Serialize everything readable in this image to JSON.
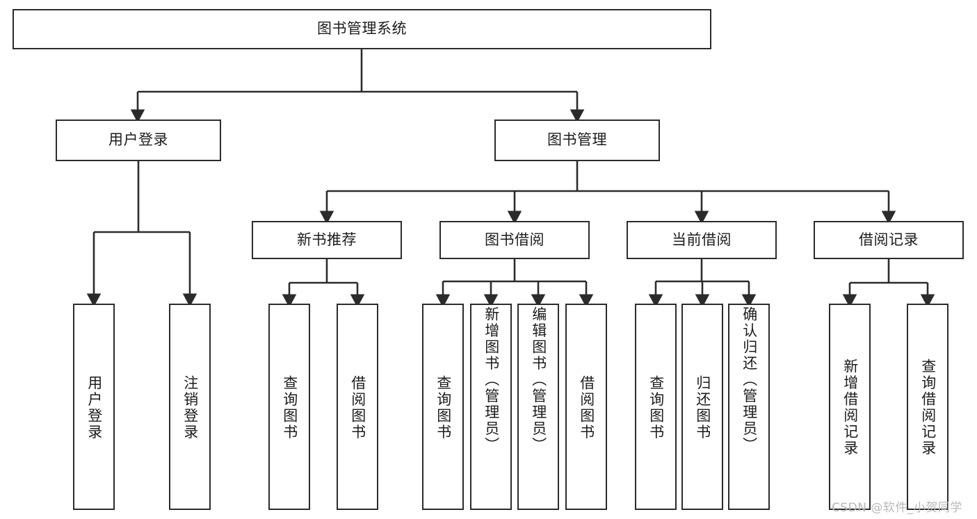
{
  "diagram": {
    "type": "tree-hierarchy",
    "title": "图书管理系统",
    "orientation": "top-down",
    "colors": {
      "background": "#ffffff",
      "node_fill": "#ffffff",
      "node_border": "#2b2b2b",
      "edge": "#2b2b2b",
      "text": "#1c1c1c",
      "watermark": "#b8b8b8"
    },
    "root": {
      "label": "图书管理系统"
    },
    "level2": [
      {
        "label": "用户登录"
      },
      {
        "label": "图书管理"
      }
    ],
    "level3": [
      {
        "label": "新书推荐"
      },
      {
        "label": "图书借阅"
      },
      {
        "label": "当前借阅"
      },
      {
        "label": "借阅记录"
      }
    ],
    "leaves": {
      "user_login": [
        {
          "label": "用户登录"
        },
        {
          "label": "注销登录"
        }
      ],
      "new_book_recommend": [
        {
          "label": "查询图书"
        },
        {
          "label": "借阅图书"
        }
      ],
      "book_borrow": [
        {
          "label": "查询图书"
        },
        {
          "label": "新增图书（管理员）"
        },
        {
          "label": "编辑图书（管理员）"
        },
        {
          "label": "借阅图书"
        }
      ],
      "current_borrow": [
        {
          "label": "查询图书"
        },
        {
          "label": "归还图书"
        },
        {
          "label": "确认归还（管理员）"
        }
      ],
      "borrow_record": [
        {
          "label": "新增借阅记录"
        },
        {
          "label": "查询借阅记录"
        }
      ]
    }
  },
  "watermark": {
    "text": "CSDN @软件_小贺同学"
  }
}
